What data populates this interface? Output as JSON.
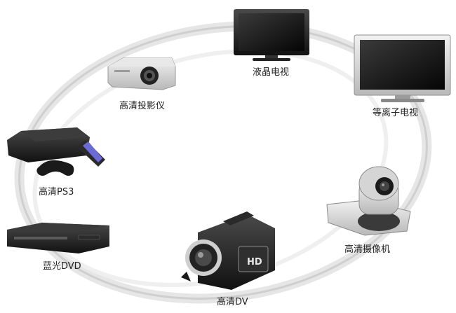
{
  "colors": {
    "background": "#ffffff",
    "ring": "#d9d9d9",
    "label_text": "#222222",
    "device_dark": "#1c1c1c",
    "device_silver": "#c8c8c8",
    "screen": "#0e0e0e"
  },
  "devices": [
    {
      "key": "lcd_tv",
      "label": "液晶电视",
      "icon": "lcd-tv-icon"
    },
    {
      "key": "hd_projector",
      "label": "高清投影仪",
      "icon": "projector-icon"
    },
    {
      "key": "plasma_tv",
      "label": "等离子电视",
      "icon": "plasma-tv-icon"
    },
    {
      "key": "hd_ps3",
      "label": "高清PS3",
      "icon": "game-console-icon"
    },
    {
      "key": "hd_camera",
      "label": "高清摄像机",
      "icon": "ptz-camera-icon"
    },
    {
      "key": "bluray_dvd",
      "label": "蓝光DVD",
      "icon": "bluray-player-icon"
    },
    {
      "key": "hd_dv",
      "label": "高清DV",
      "icon": "camcorder-icon"
    }
  ],
  "camcorder_badge": "HD"
}
